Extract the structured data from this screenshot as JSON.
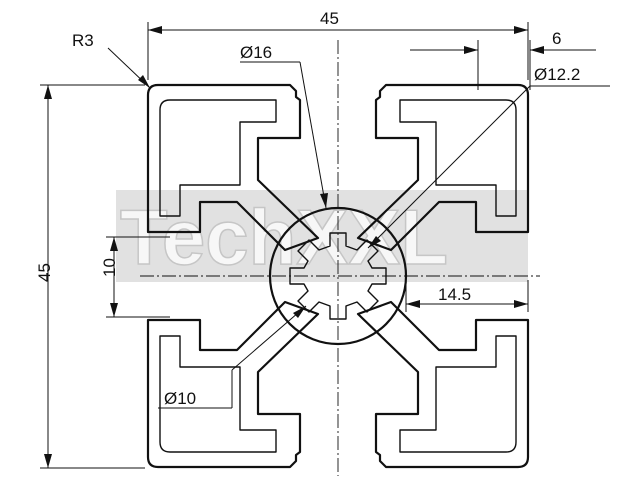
{
  "drawing": {
    "dimensions": {
      "width_top": "45",
      "height_left": "45",
      "corner_radius": "R3",
      "bore_outer": "Ø16",
      "bore_inner": "Ø10",
      "slot_opening": "6",
      "slot_diameter": "Ø12.2",
      "slot_width": "10",
      "web_length": "14.5"
    },
    "watermark": "TechXXL",
    "colors": {
      "line": "#111111",
      "watermark_band": "#c8c8c8",
      "background": "#ffffff"
    }
  }
}
